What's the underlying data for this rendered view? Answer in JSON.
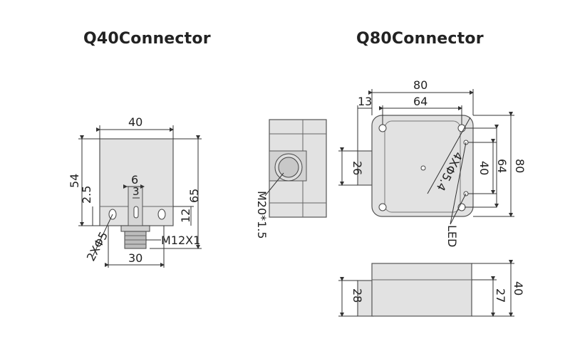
{
  "titles": {
    "left": "Q40Connector",
    "right": "Q80Connector"
  },
  "q40": {
    "width": "40",
    "height_total": "65",
    "height_body": "54",
    "offset": "2.5",
    "slot_w": "6",
    "slot_inner": "3",
    "bottom_h": "12",
    "holes": "2XΦ5",
    "connector": "M12X1",
    "base_w": "30"
  },
  "q80side": {
    "thread": "M20*1.5"
  },
  "q80": {
    "width": "80",
    "inner_w": "64",
    "offset": "13",
    "left_h": "26",
    "holes": "4XΦ5.4",
    "hole_v": "40",
    "inner_h": "64",
    "height": "80",
    "led": "LED"
  },
  "q80bottom": {
    "left_h": "28",
    "right_h": "27",
    "total_h": "40"
  }
}
